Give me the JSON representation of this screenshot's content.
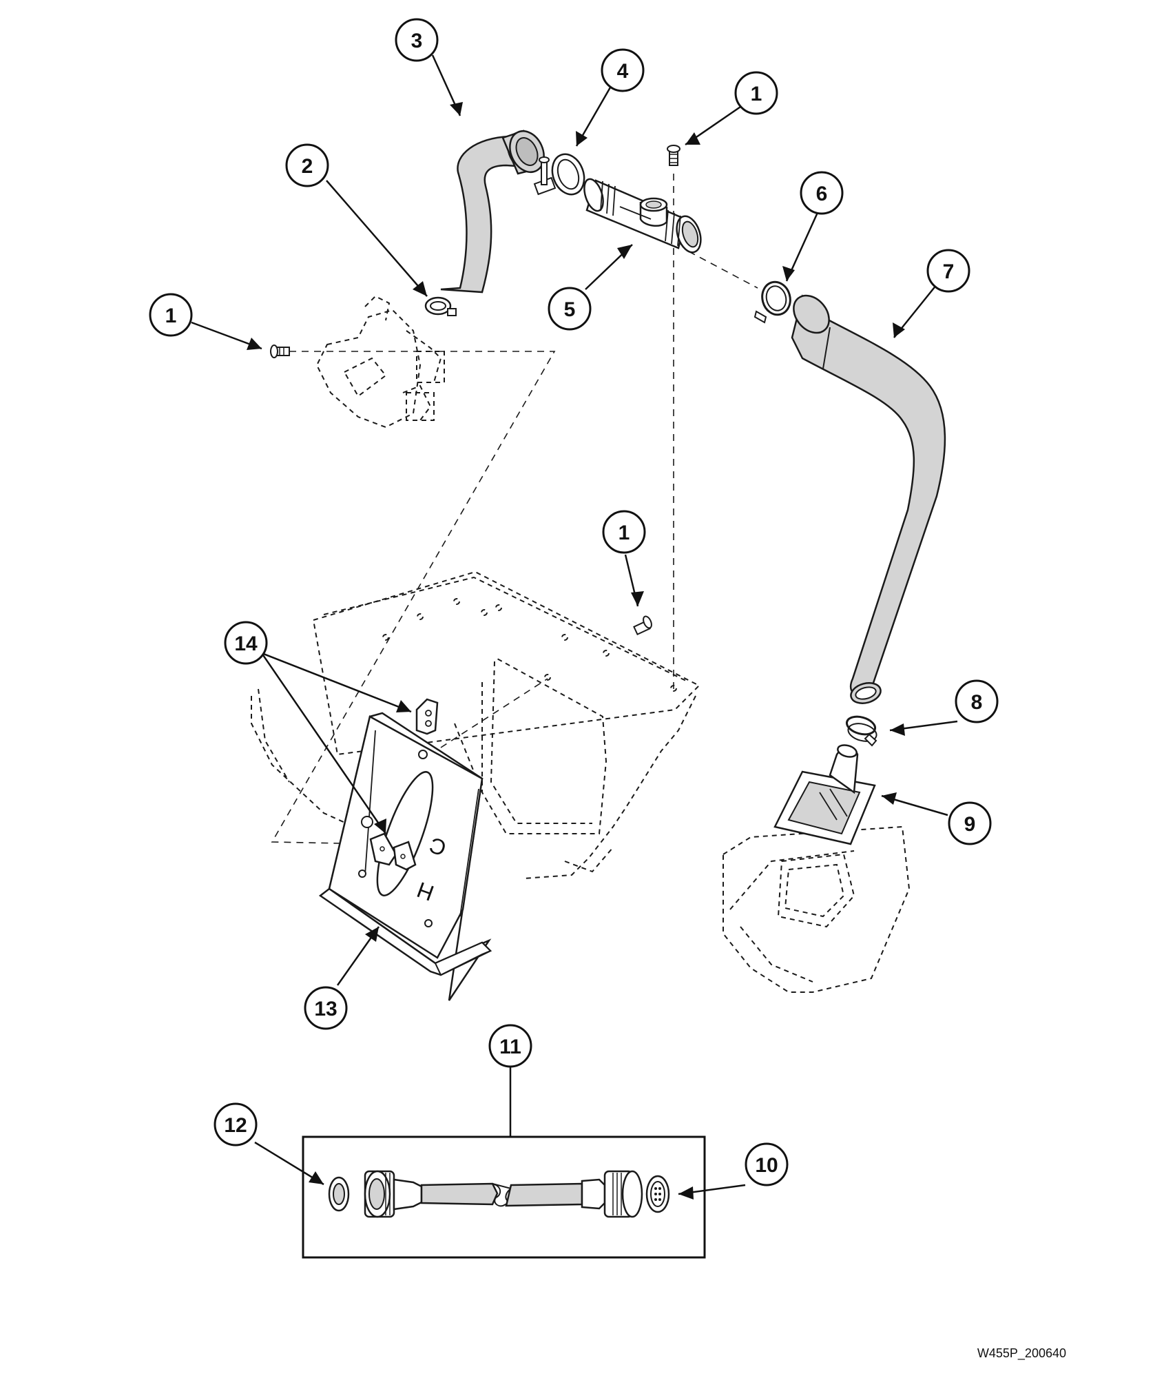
{
  "diagram": {
    "reference_code": "W455P_200640",
    "plate_markings": {
      "cold": "C",
      "hot": "H"
    },
    "callouts": [
      {
        "id": "callout-3",
        "label": "3"
      },
      {
        "id": "callout-4",
        "label": "4"
      },
      {
        "id": "callout-1-top",
        "label": "1"
      },
      {
        "id": "callout-2",
        "label": "2"
      },
      {
        "id": "callout-6",
        "label": "6"
      },
      {
        "id": "callout-7",
        "label": "7"
      },
      {
        "id": "callout-1-left",
        "label": "1"
      },
      {
        "id": "callout-5",
        "label": "5"
      },
      {
        "id": "callout-1-mid",
        "label": "1"
      },
      {
        "id": "callout-14",
        "label": "14"
      },
      {
        "id": "callout-8",
        "label": "8"
      },
      {
        "id": "callout-9",
        "label": "9"
      },
      {
        "id": "callout-13",
        "label": "13"
      },
      {
        "id": "callout-11",
        "label": "11"
      },
      {
        "id": "callout-12",
        "label": "12"
      },
      {
        "id": "callout-10",
        "label": "10"
      }
    ]
  }
}
